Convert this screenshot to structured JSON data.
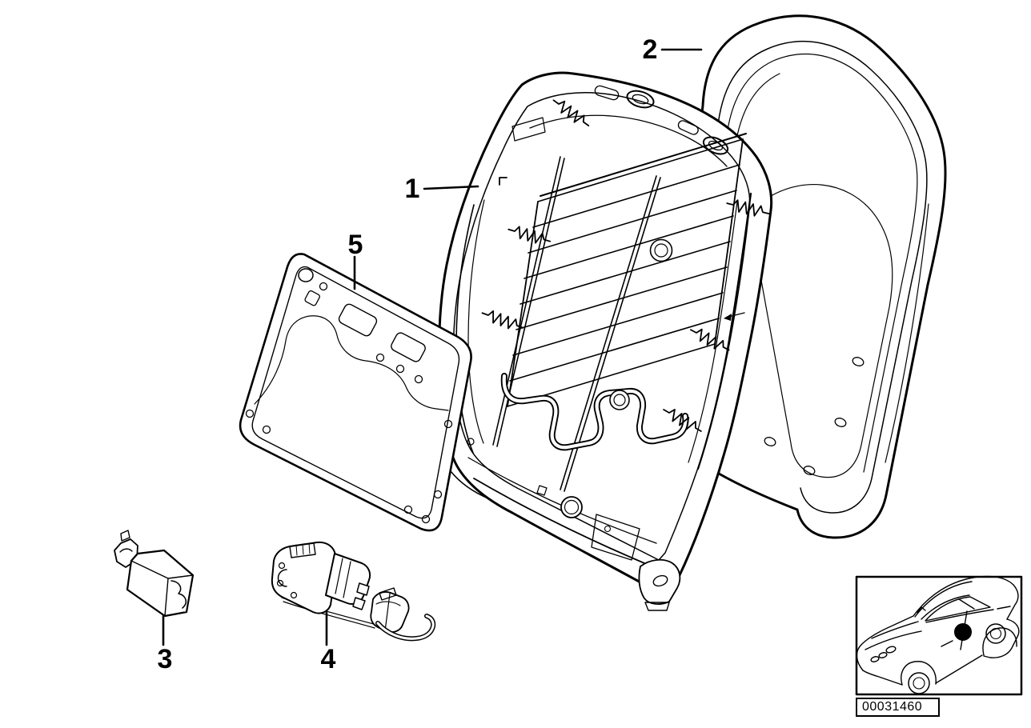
{
  "colors": {
    "ink": "#000000",
    "paper": "#ffffff",
    "position_marker": "#000000"
  },
  "callouts": [
    {
      "label": "1",
      "part": "seat-backrest-frame"
    },
    {
      "label": "2",
      "part": "backrest-rear-shell"
    },
    {
      "label": "3",
      "part": "relay-box"
    },
    {
      "label": "4",
      "part": "lumbar-drive-unit"
    },
    {
      "label": "5",
      "part": "backrest-board-panel"
    }
  ],
  "locator": {
    "image_number": "00031460",
    "icon": "car-three-quarter-view-icon",
    "marker": "front-seat-position-dot"
  }
}
